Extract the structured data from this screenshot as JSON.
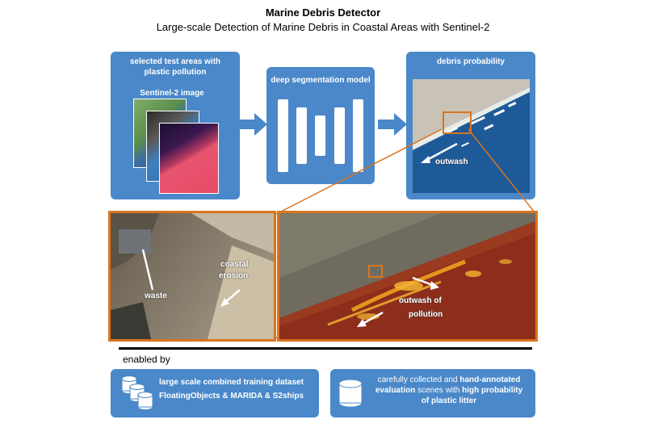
{
  "title": "Marine Debris Detector",
  "subtitle": "Large-scale Detection of Marine Debris in Coastal Areas with Sentinel-2",
  "left_panel": {
    "heading_line1": "selected test areas with",
    "heading_line2": "plastic pollution",
    "image_label": "Sentinel-2 image"
  },
  "middle_panel": {
    "heading": "deep segmentation model"
  },
  "right_panel": {
    "heading": "debris probability",
    "annotation": "outwash"
  },
  "detail_left": {
    "label_waste": "waste",
    "label_coastal": "coastal",
    "label_erosion": "erosion"
  },
  "detail_right": {
    "label_outwash_line1": "outwash of",
    "label_outwash_line2": "pollution"
  },
  "enabled_by": "enabled by",
  "bottom_left": {
    "line1": "large scale combined training dataset",
    "line2": "FloatingObjects & MARIDA & S2ships"
  },
  "bottom_right": {
    "line1": "carefully collected and",
    "line1_bold": "hand-annotated",
    "line2_a": "evaluation",
    "line2_b": "scenes with",
    "line2_c": "high probability",
    "line3": "of plastic litter"
  },
  "colors": {
    "panel_blue": "#4a88c9",
    "highlight_orange": "#d9751f",
    "arrow_blue": "#4a88c9"
  }
}
